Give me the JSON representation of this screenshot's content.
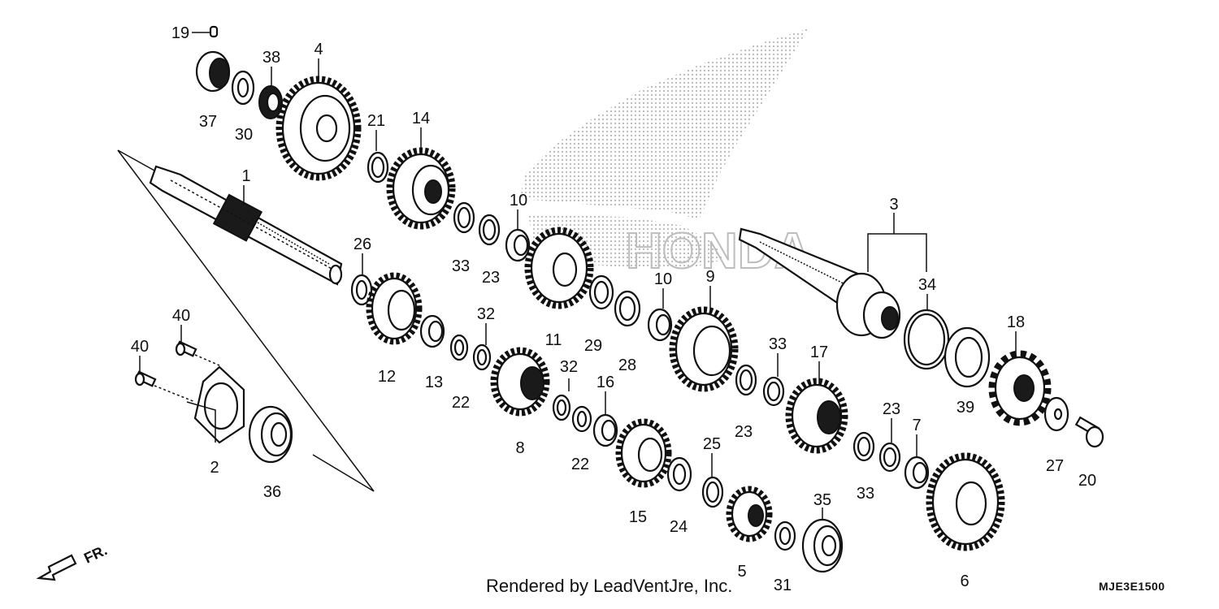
{
  "credit": "Rendered by LeadVentJre, Inc.",
  "diagram_code": "MJE3E1500",
  "front_label": "FR.",
  "watermark_logo": "HONDA",
  "callouts": [
    "19",
    "37",
    "30",
    "38",
    "4",
    "21",
    "14",
    "1",
    "26",
    "10",
    "33",
    "23",
    "11",
    "12",
    "13",
    "22",
    "32",
    "29",
    "28",
    "9",
    "3",
    "34",
    "18",
    "40",
    "2",
    "36",
    "8",
    "16",
    "15",
    "24",
    "25",
    "5",
    "31",
    "35",
    "17",
    "39",
    "27",
    "20",
    "7",
    "6"
  ]
}
